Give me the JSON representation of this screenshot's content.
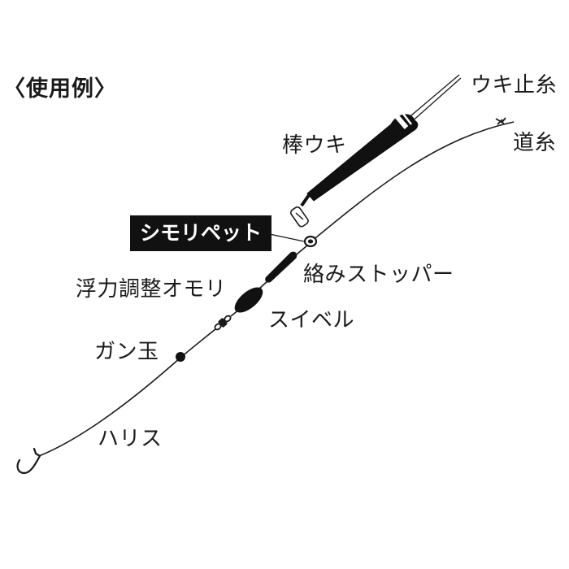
{
  "title": "〈使用例〉",
  "labels": {
    "uki_dome_ito": "ウキ止糸",
    "michi_ito": "道糸",
    "bou_uki": "棒ウキ",
    "shimori_pet": "シモリペット",
    "karami_stopper": "絡みストッパー",
    "furyoku_omori": "浮力調整オモリ",
    "swivel": "スイベル",
    "gan_dama": "ガン玉",
    "harisu": "ハリス"
  },
  "colors": {
    "line": "#1a1a1a",
    "highlight_bg": "#111111",
    "highlight_text": "#ffffff",
    "background": "#ffffff"
  }
}
